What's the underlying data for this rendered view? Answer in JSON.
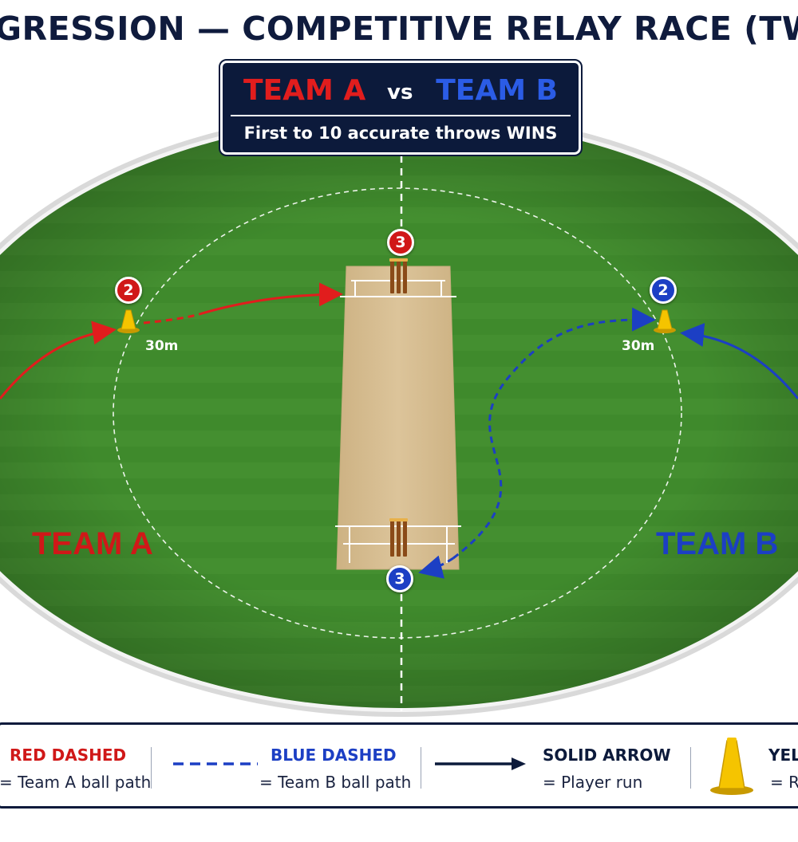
{
  "title": "OGRESSION — COMPETITIVE RELAY RACE (TWO TEA",
  "scoreboard": {
    "team_a": "TEAM A",
    "vs": "vs",
    "team_b": "TEAM B",
    "subtitle": "First to 10 accurate throws WINS"
  },
  "field": {
    "team_a_label": "TEAM A",
    "team_b_label": "TEAM B",
    "distance_left": "30m",
    "distance_right": "30m",
    "markers": [
      {
        "id": "left-cone-marker",
        "number": "2",
        "team": "A"
      },
      {
        "id": "top-stumps-marker",
        "number": "3",
        "team": "A"
      },
      {
        "id": "right-cone-marker",
        "number": "2",
        "team": "B"
      },
      {
        "id": "bottom-stumps-marker",
        "number": "3",
        "team": "B"
      }
    ]
  },
  "legend": {
    "red": {
      "title": "RED DASHED",
      "desc": "= Team A ball path"
    },
    "blue": {
      "title": "BLUE DASHED",
      "desc": "= Team B ball path"
    },
    "solid": {
      "title": "SOLID ARROW",
      "desc": "= Player run"
    },
    "cone": {
      "title": "YEL",
      "desc": "= R"
    }
  },
  "colors": {
    "team_a": "#e11d1d",
    "team_b": "#1c3fc4",
    "navy": "#0c1a3b",
    "grass": "#3f8a2c",
    "pitch": "#d8bf93",
    "cone": "#f5c400"
  }
}
